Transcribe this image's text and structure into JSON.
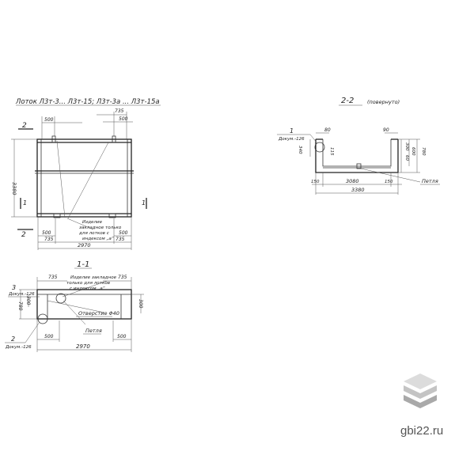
{
  "main_view": {
    "title": "Лоток Л3т-3... Л3т-15; Л3т-3а ... Л3т-15а",
    "section_mark": "2",
    "section_mark_1": "1",
    "dim_top_left": "500",
    "dim_top_right_a": "735",
    "dim_top_right_b": "500",
    "dim_height": "3380",
    "dim_bottom_500_left": "500",
    "dim_bottom_500_right": "500",
    "dim_bottom_735_left": "735",
    "dim_bottom_735_right": "735",
    "dim_total": "2970",
    "note": [
      "Изделие",
      "закладное только",
      "для лотков с",
      "индексом „а“"
    ]
  },
  "section_1_1": {
    "title": "1-1",
    "callout_3": "3",
    "callout_3_ref": "Докум.-126",
    "dim_735_left": "735",
    "dim_735_right": "735",
    "dim_h_total": "780",
    "dim_300_left": "300",
    "dim_300_right": "300",
    "note": [
      "Изделие закладное",
      "только для лотков",
      "с индексом „а“"
    ],
    "hole": "Отверстие Φ40",
    "loop": "Петля",
    "callout_2": "2",
    "callout_2_ref": "Докум.-126",
    "dim_500_left": "500",
    "dim_500_right": "500",
    "dim_total": "2970"
  },
  "section_2_2": {
    "title": "2-2",
    "subtitle": "(повернуто)",
    "callout_1": "1",
    "callout_1_ref": "Докум.-126",
    "dim_80_left": "80",
    "dim_90_right": "90",
    "dim_340": "340",
    "dim_115": "115",
    "dim_300": "300",
    "dim_60": "60",
    "dim_600": "600",
    "dim_780": "780",
    "dim_150_left": "150",
    "dim_150_right": "150",
    "dim_inner": "3080",
    "dim_total": "3380",
    "loop": "Петля"
  },
  "watermark": {
    "text": "gbi22.ru",
    "colors": [
      "#dcdcdc",
      "#c4c4c4",
      "#a9a9a9"
    ]
  }
}
